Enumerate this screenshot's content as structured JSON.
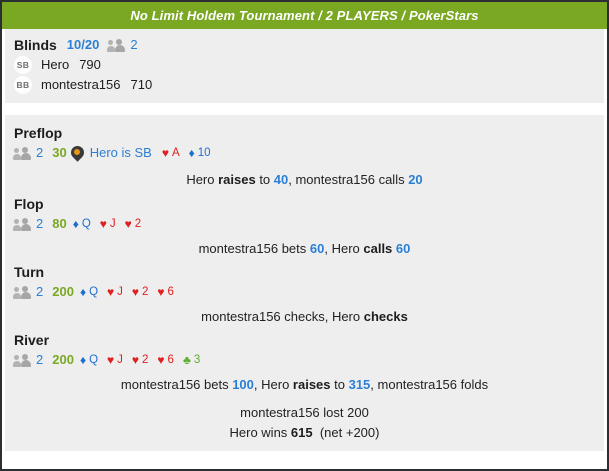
{
  "header": {
    "title": "No Limit Holdem Tournament / 2 PLAYERS / PokerStars",
    "bg_color": "#7aa822"
  },
  "blinds": {
    "label": "Blinds",
    "levels": "10/20",
    "players_icon": "people-icon",
    "player_count": "2",
    "seats": [
      {
        "badge": "SB",
        "name": "Hero",
        "stack": "790"
      },
      {
        "badge": "BB",
        "name": "montestra156",
        "stack": "710"
      }
    ]
  },
  "streets": [
    {
      "name": "preflop",
      "title": "Preflop",
      "players_icon": "people-icon",
      "player_count": "2",
      "pot": "30",
      "position_icon": "dealer-pin-icon",
      "position_label": "Hero is SB",
      "cards": [
        {
          "suit": "heart",
          "glyph": "♥",
          "rank": "A"
        },
        {
          "suit": "diamond",
          "glyph": "♦",
          "rank": "10"
        }
      ],
      "action": [
        {
          "text": "Hero ",
          "style": "normal"
        },
        {
          "text": "raises",
          "style": "bold"
        },
        {
          "text": " to ",
          "style": "normal"
        },
        {
          "text": "40",
          "style": "blue"
        },
        {
          "text": ", montestra156 calls ",
          "style": "normal"
        },
        {
          "text": "20",
          "style": "blue"
        }
      ]
    },
    {
      "name": "flop",
      "title": "Flop",
      "players_icon": "people-icon",
      "player_count": "2",
      "pot": "80",
      "cards": [
        {
          "suit": "diamond",
          "glyph": "♦",
          "rank": "Q"
        },
        {
          "suit": "heart",
          "glyph": "♥",
          "rank": "J"
        },
        {
          "suit": "heart",
          "glyph": "♥",
          "rank": "2"
        }
      ],
      "action": [
        {
          "text": "montestra156 bets ",
          "style": "normal"
        },
        {
          "text": "60",
          "style": "blue"
        },
        {
          "text": ", Hero ",
          "style": "normal"
        },
        {
          "text": "calls",
          "style": "bold"
        },
        {
          "text": " ",
          "style": "normal"
        },
        {
          "text": "60",
          "style": "blue"
        }
      ]
    },
    {
      "name": "turn",
      "title": "Turn",
      "players_icon": "people-icon",
      "player_count": "2",
      "pot": "200",
      "cards": [
        {
          "suit": "diamond",
          "glyph": "♦",
          "rank": "Q"
        },
        {
          "suit": "heart",
          "glyph": "♥",
          "rank": "J"
        },
        {
          "suit": "heart",
          "glyph": "♥",
          "rank": "2"
        },
        {
          "suit": "heart",
          "glyph": "♥",
          "rank": "6"
        }
      ],
      "action": [
        {
          "text": "montestra156 checks, Hero ",
          "style": "normal"
        },
        {
          "text": "checks",
          "style": "bold"
        }
      ]
    },
    {
      "name": "river",
      "title": "River",
      "players_icon": "people-icon",
      "player_count": "2",
      "pot": "200",
      "cards": [
        {
          "suit": "diamond",
          "glyph": "♦",
          "rank": "Q"
        },
        {
          "suit": "heart",
          "glyph": "♥",
          "rank": "J"
        },
        {
          "suit": "heart",
          "glyph": "♥",
          "rank": "2"
        },
        {
          "suit": "heart",
          "glyph": "♥",
          "rank": "6"
        },
        {
          "suit": "club",
          "glyph": "♣",
          "rank": "3"
        }
      ],
      "action": [
        {
          "text": "montestra156 bets ",
          "style": "normal"
        },
        {
          "text": "100",
          "style": "blue"
        },
        {
          "text": ", Hero ",
          "style": "normal"
        },
        {
          "text": "raises",
          "style": "bold"
        },
        {
          "text": " to ",
          "style": "normal"
        },
        {
          "text": "315",
          "style": "blue"
        },
        {
          "text": ", montestra156 folds",
          "style": "normal"
        }
      ]
    }
  ],
  "summary": {
    "loser_line": [
      {
        "text": "montestra156 lost 200",
        "style": "normal"
      }
    ],
    "winner_line": [
      {
        "text": "Hero wins ",
        "style": "normal"
      },
      {
        "text": "615",
        "style": "bold"
      },
      {
        "text": "  (net +200)",
        "style": "normal"
      }
    ]
  },
  "colors": {
    "accent_green": "#7aa822",
    "link_blue": "#2b7fd4",
    "pot_green": "#7aa822",
    "heart_red": "#e02020",
    "diamond_blue": "#1f6fd0",
    "club_green": "#5fab2e",
    "panel_bg": "#eeeeee"
  }
}
